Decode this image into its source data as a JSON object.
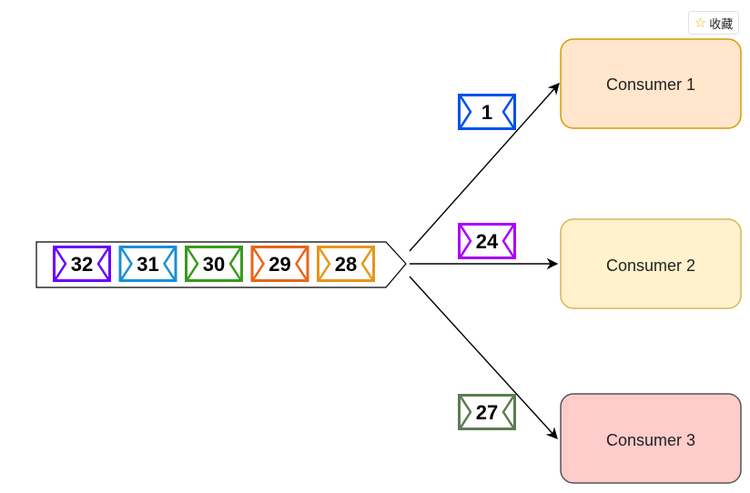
{
  "favorite": {
    "icon": "star-icon",
    "label": "收藏"
  },
  "queue": {
    "messages": [
      {
        "id": "32",
        "color": "#6a00ff"
      },
      {
        "id": "31",
        "color": "#1b8fd6"
      },
      {
        "id": "30",
        "color": "#3a9a1b"
      },
      {
        "id": "29",
        "color": "#e8651a"
      },
      {
        "id": "28",
        "color": "#e6961a"
      }
    ]
  },
  "in_flight": [
    {
      "id": "1",
      "color": "#0050ef"
    },
    {
      "id": "24",
      "color": "#aa00ff"
    },
    {
      "id": "27",
      "color": "#5c7d52"
    }
  ],
  "consumers": [
    {
      "label": "Consumer 1",
      "fill": "#ffe6cc",
      "stroke": "#d79b00"
    },
    {
      "label": "Consumer 2",
      "fill": "#fff2cc",
      "stroke": "#d6b656"
    },
    {
      "label": "Consumer 3",
      "fill": "#ffcccc",
      "stroke": "#555555"
    }
  ]
}
